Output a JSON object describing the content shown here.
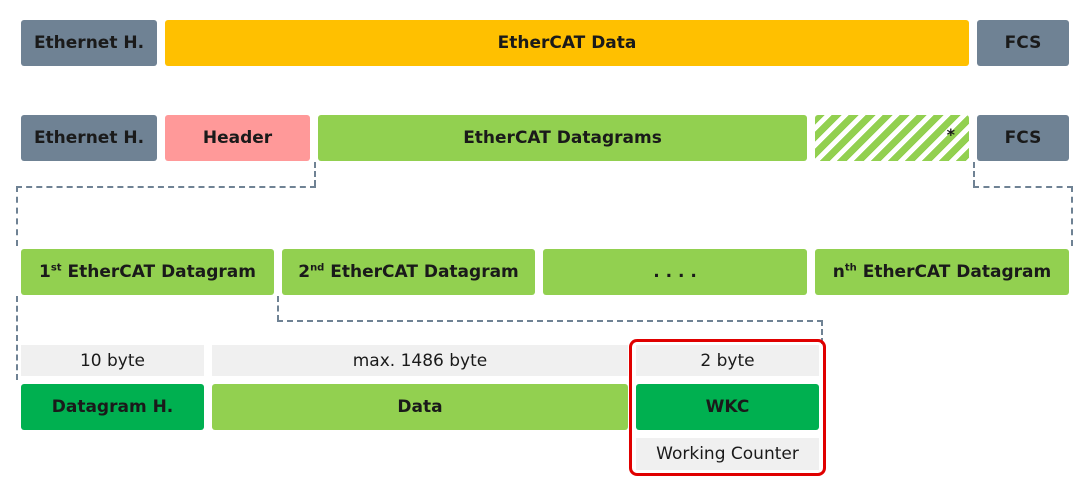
{
  "row1": {
    "ethernet_header": "Ethernet H.",
    "ethercat_data": "EtherCAT Data",
    "fcs": "FCS"
  },
  "row2": {
    "ethernet_header": "Ethernet H.",
    "header": "Header",
    "ethercat_datagrams": "EtherCAT Datagrams",
    "padding_mark": "*",
    "fcs": "FCS"
  },
  "row3": {
    "datagram1_num": "1",
    "datagram1_sup": "st",
    "datagram1_text": "EtherCAT Datagram",
    "datagram2_num": "2",
    "datagram2_sup": "nd",
    "datagram2_text": "EtherCAT Datagram",
    "ellipsis": ". . . .",
    "datagramn_num": "n",
    "datagramn_sup": "th",
    "datagramn_text": "EtherCAT Datagram"
  },
  "row4": {
    "header_size": "10 byte",
    "data_size": "max. 1486 byte",
    "wkc_size": "2 byte",
    "datagram_header": "Datagram H.",
    "data": "Data",
    "wkc": "WKC",
    "wkc_caption": "Working Counter"
  },
  "colors": {
    "gray": "#6f8294",
    "yellow": "#ffc000",
    "pink": "#ff9999",
    "light_green": "#92d050",
    "dark_green": "#00b050",
    "highlight_red": "#e00000"
  }
}
